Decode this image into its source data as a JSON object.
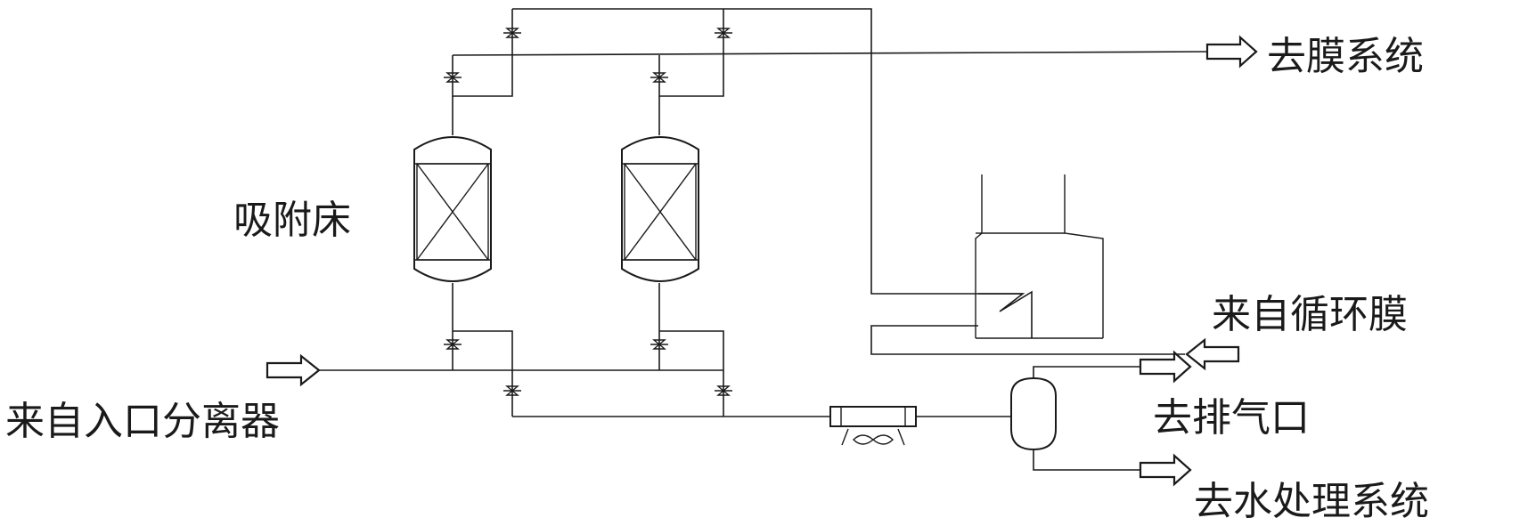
{
  "labels": {
    "to_membrane": "去膜系统",
    "adsorption_bed": "吸附床",
    "from_recycle_membrane": "来自循环膜",
    "from_inlet_separator": "来自入口分离器",
    "to_vent": "去排气口",
    "to_water_treatment": "去水处理系统"
  },
  "colors": {
    "line": "#1a1a1a",
    "background": "#ffffff"
  }
}
